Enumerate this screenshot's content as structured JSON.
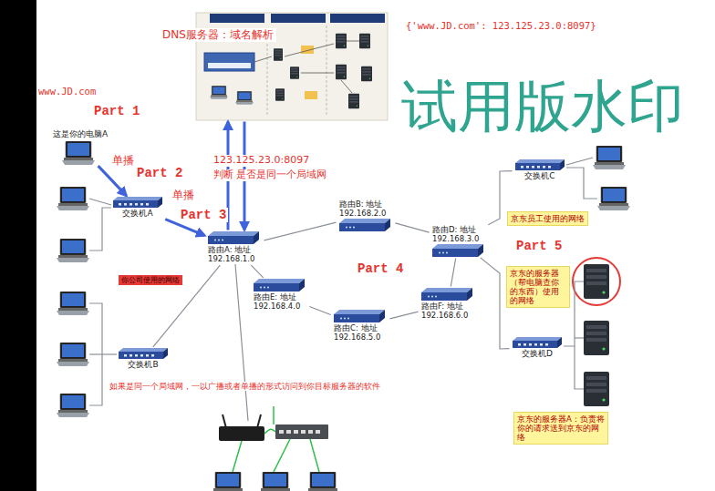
{
  "diagram": {
    "nodes": [
      {
        "text": [
          "DNS服务器：域名解析"
        ]
      },
      {
        "text": [
          "这是你的电脑A"
        ]
      },
      {
        "text": [
          "交换机A"
        ]
      },
      {
        "text": [
          "路由A: 地址192.168.1.0"
        ]
      },
      {
        "text": [
          "路由B: 地址192.168.2.0"
        ]
      },
      {
        "text": [
          "路由D: 地址192.168.3.0"
        ]
      },
      {
        "text": [
          "路由E: 地址192.168.4.0"
        ]
      },
      {
        "text": [
          "路由C: 地址192.168.5.0"
        ]
      },
      {
        "text": [
          "路由F: 地址192.168.6.0"
        ]
      },
      {
        "text": [
          "交换机B"
        ]
      },
      {
        "text": [
          "交换机C"
        ]
      },
      {
        "text": [
          "交换机D"
        ]
      },
      {
        "text": [
          "京东员工使用的网络"
        ]
      },
      {
        "text": [
          "京东的服务器（帮电脑查你的东西）使用的网络"
        ]
      },
      {
        "text": [
          "京东的服务器A：负责将你的请求送到京东的网络"
        ]
      },
      {
        "text": [
          "你公司使用的网络"
        ]
      }
    ],
    "edges": [
      {
        "from": 1,
        "to": 2,
        "arrow": "to",
        "label": "单播"
      },
      {
        "from": 2,
        "to": 3,
        "arrow": "to",
        "label": "单播"
      },
      {
        "from": 3,
        "to": 0,
        "arrow": "to"
      },
      {
        "from": 0,
        "to": 3,
        "arrow": "to"
      },
      {
        "from": 3,
        "to": 4,
        "arrow": "none"
      },
      {
        "from": 4,
        "to": 5,
        "arrow": "none"
      },
      {
        "from": 3,
        "to": 6,
        "arrow": "none"
      },
      {
        "from": 6,
        "to": 7,
        "arrow": "none"
      },
      {
        "from": 7,
        "to": 8,
        "arrow": "none"
      },
      {
        "from": 8,
        "to": 5,
        "arrow": "none"
      },
      {
        "from": 5,
        "to": 10,
        "arrow": "none"
      },
      {
        "from": 5,
        "to": 11,
        "arrow": "none"
      },
      {
        "from": 9,
        "to": 3,
        "arrow": "none"
      }
    ],
    "labels": [
      "{'www.JD.com': 123.125.23.0:8097}",
      "www.JD.com",
      "Part 1",
      "Part 2",
      "Part 3",
      "Part 4",
      "Part 5",
      "123.125.23.0:8097",
      "判断 是否是同一个局域网",
      "如果是同一个局域网，一以广播或者单播的形式访问到你目标服务器的软件",
      "试用版水印"
    ]
  }
}
